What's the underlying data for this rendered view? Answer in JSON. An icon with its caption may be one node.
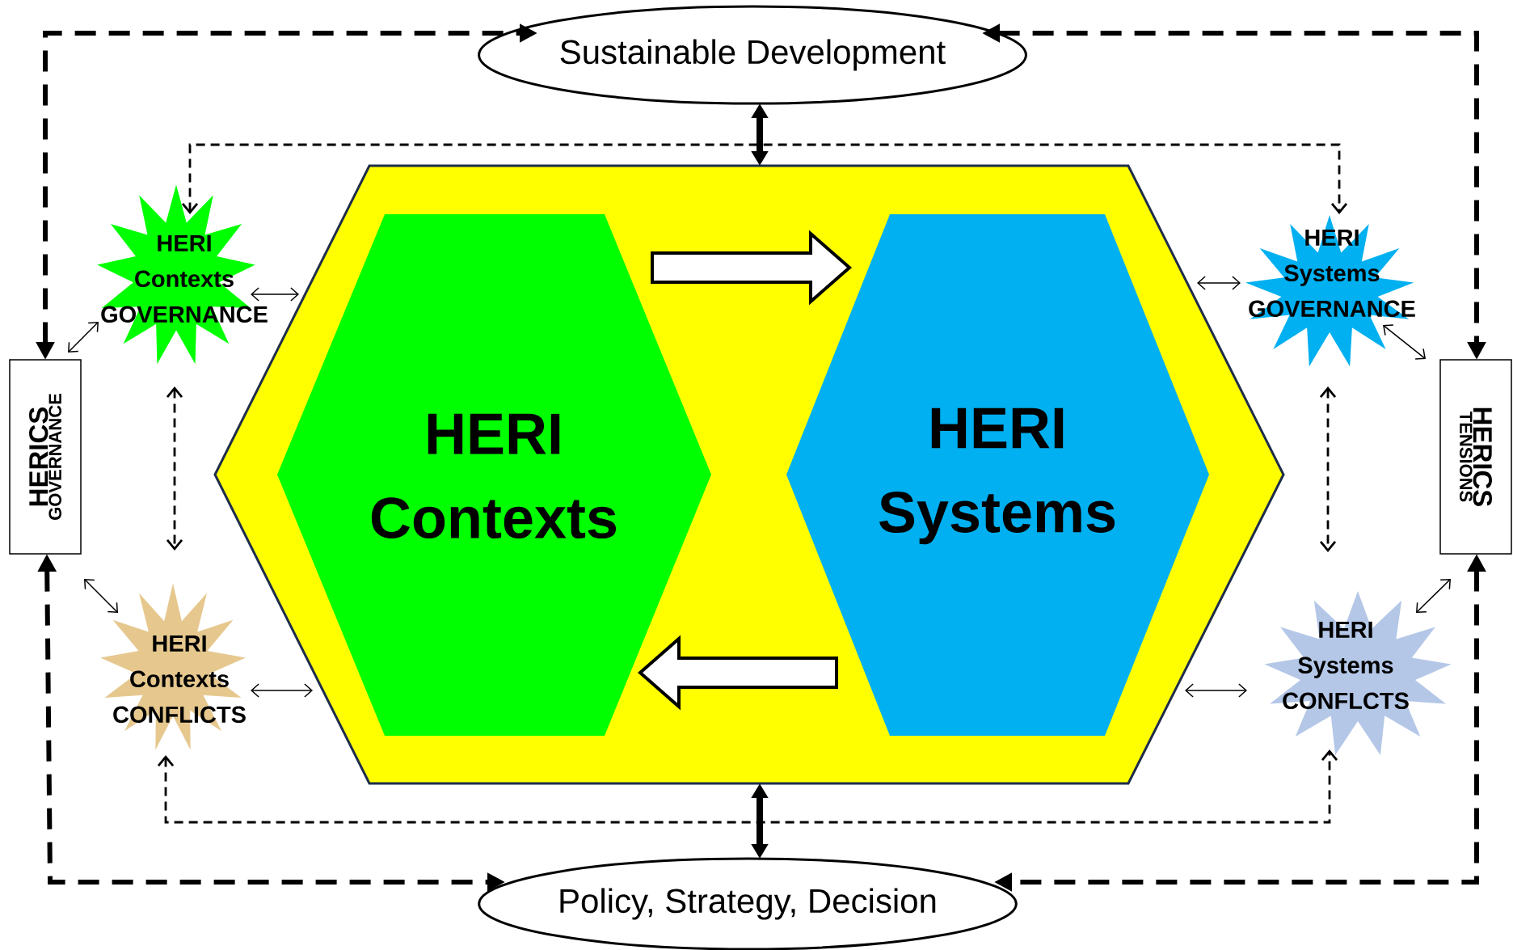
{
  "diagram": {
    "nodes": [
      {
        "text": [
          "Sustainable Development"
        ]
      },
      {
        "text": [],
        "shape": "hexagon"
      },
      {
        "text": [
          "HERI Contexts"
        ],
        "in": 1
      },
      {
        "text": [
          "HERI Systems"
        ],
        "in": 1
      },
      {
        "text": [
          "HERI Contexts GOVERNANCE"
        ]
      },
      {
        "text": [
          "HERI Systems GOVERNANCE"
        ]
      },
      {
        "text": [
          "HERICS",
          "GOVERNANCE"
        ]
      },
      {
        "text": [
          "HERICS",
          "TENSIONS"
        ]
      },
      {
        "text": [
          "HERI Contexts CONFLICTS"
        ]
      },
      {
        "text": [
          "HERI Systems CONFLCTS"
        ]
      },
      {
        "text": [
          "Policy, Strategy, Decision"
        ]
      }
    ],
    "edges": [
      {
        "from": 6,
        "to": 0,
        "arrow": "both",
        "style": "dashed"
      },
      {
        "from": 0,
        "to": 7,
        "arrow": "both",
        "style": "dashed"
      },
      {
        "from": 6,
        "to": 10,
        "arrow": "both",
        "style": "dashed"
      },
      {
        "from": 7,
        "to": 10,
        "arrow": "both",
        "style": "dashed"
      },
      {
        "from": 0,
        "to": 1,
        "arrow": "both",
        "style": "thick"
      },
      {
        "from": 1,
        "to": 10,
        "arrow": "both",
        "style": "thick"
      },
      {
        "from": 4,
        "to": 5,
        "arrow": "both",
        "style": "dashed"
      },
      {
        "from": 8,
        "to": 9,
        "arrow": "both",
        "style": "dashed"
      },
      {
        "from": 4,
        "to": 8,
        "arrow": "both",
        "style": "dashed"
      },
      {
        "from": 5,
        "to": 9,
        "arrow": "both",
        "style": "dashed"
      },
      {
        "from": 2,
        "to": 3,
        "arrow": "to",
        "style": "thick"
      },
      {
        "from": 3,
        "to": 2,
        "arrow": "to",
        "style": "thick"
      },
      {
        "from": 4,
        "to": 1,
        "arrow": "both"
      },
      {
        "from": 5,
        "to": 1,
        "arrow": "both"
      },
      {
        "from": 8,
        "to": 1,
        "arrow": "both"
      },
      {
        "from": 9,
        "to": 1,
        "arrow": "both"
      },
      {
        "from": 4,
        "to": 6,
        "arrow": "both"
      },
      {
        "from": 6,
        "to": 8,
        "arrow": "both"
      },
      {
        "from": 5,
        "to": 7,
        "arrow": "both"
      },
      {
        "from": 9,
        "to": 7,
        "arrow": "both"
      }
    ]
  }
}
